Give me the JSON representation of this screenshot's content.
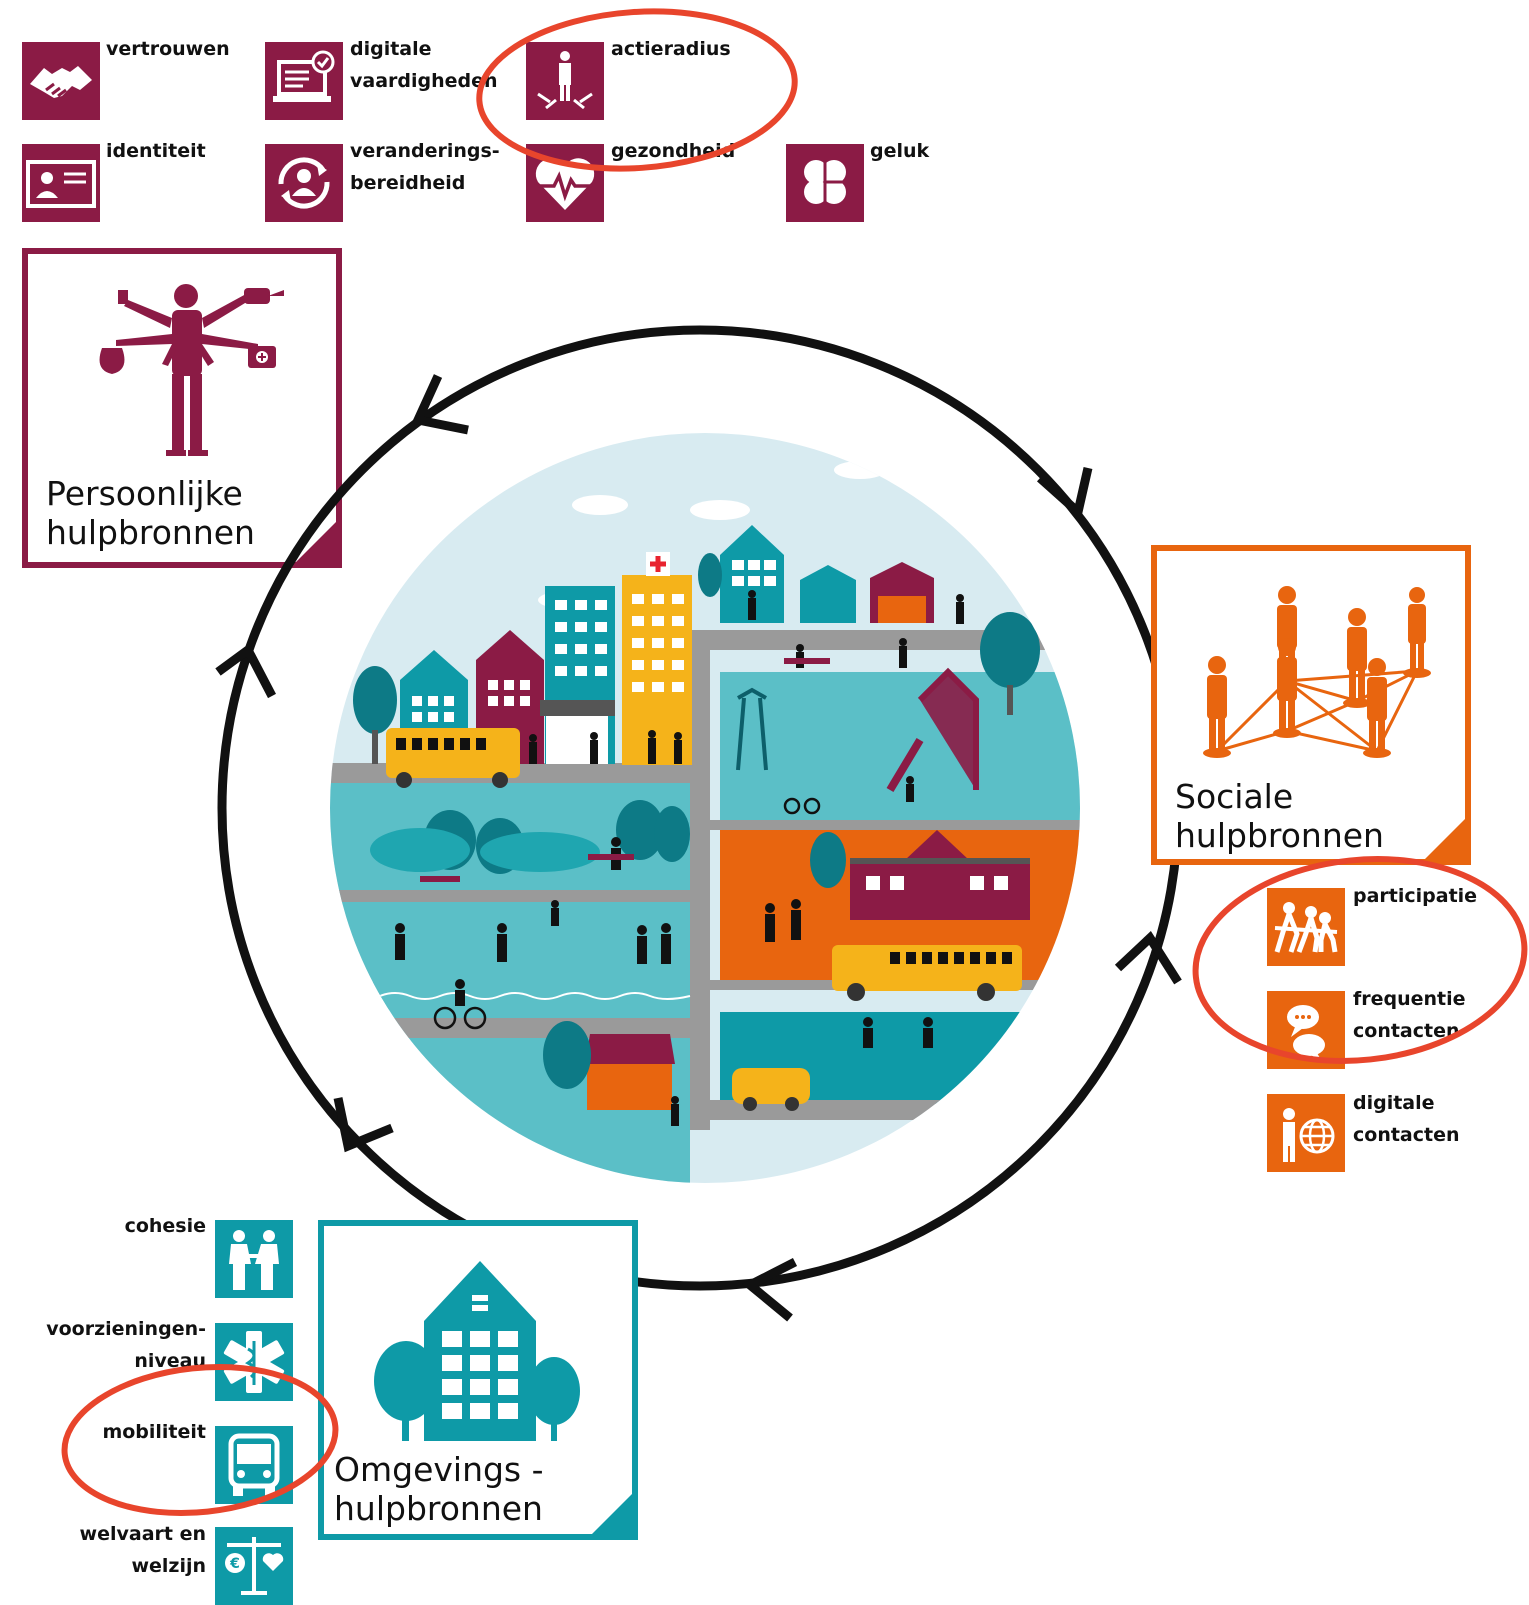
{
  "personal": {
    "title_line1": "Persoonlijke",
    "title_line2": "hulpbronnen",
    "color": "#8b1b45",
    "items": [
      {
        "label": "vertrouwen",
        "icon": "handshake-icon"
      },
      {
        "label": "digitale",
        "label2": "vaardigheden",
        "icon": "laptop-check-icon"
      },
      {
        "label": "actieradius",
        "icon": "person-radius-icon"
      },
      {
        "label": "identiteit",
        "icon": "id-card-icon"
      },
      {
        "label": "veranderings-",
        "label2": "bereidheid",
        "icon": "person-cycle-icon"
      },
      {
        "label": "gezondheid",
        "icon": "heart-pulse-icon"
      },
      {
        "label": "geluk",
        "icon": "clover-icon"
      }
    ]
  },
  "social": {
    "title_line1": "Sociale",
    "title_line2": "hulpbronnen",
    "color": "#e8650f",
    "items": [
      {
        "label": "participatie",
        "icon": "tug-of-war-icon"
      },
      {
        "label": "frequentie",
        "label2": "contacten",
        "icon": "speech-bubbles-icon"
      },
      {
        "label": "digitale",
        "label2": "contacten",
        "icon": "person-globe-icon"
      }
    ]
  },
  "environment": {
    "title_line1": "Omgevings -",
    "title_line2": "hulpbronnen",
    "color": "#0e9aa7",
    "items": [
      {
        "label": "cohesie",
        "icon": "two-people-icon"
      },
      {
        "label": "voorzieningen-",
        "label2": "niveau",
        "icon": "star-of-life-icon"
      },
      {
        "label": "mobiliteit",
        "icon": "bus-icon"
      },
      {
        "label": "welvaart en",
        "label2": "welzijn",
        "icon": "scales-icon"
      }
    ]
  },
  "highlight_color": "#e8452c"
}
